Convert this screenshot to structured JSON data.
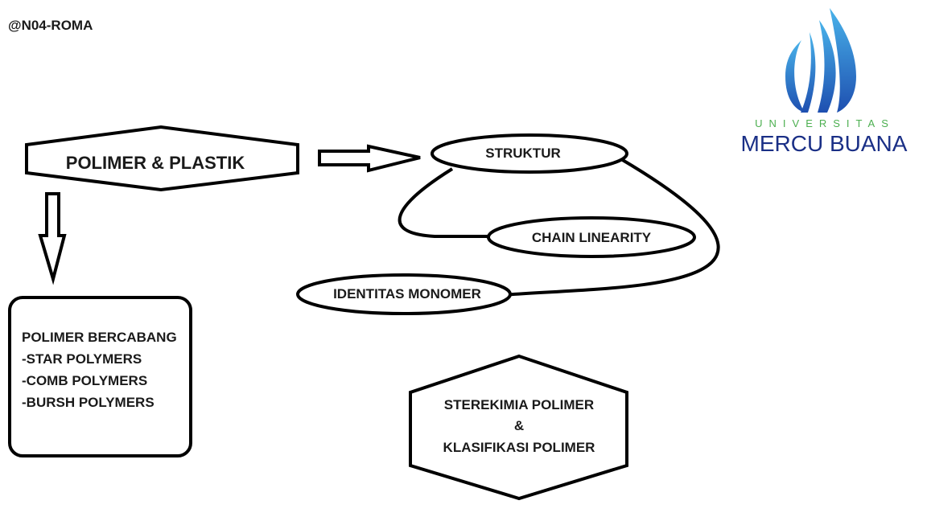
{
  "author_tag": "@N04-ROMA",
  "logo": {
    "icon": "flame-logo-icon",
    "university": "UNIVERSITAS",
    "name": "MERCU BUANA",
    "colors": {
      "blue": "#1e5ab4",
      "light_blue": "#3a9ee0",
      "green_text": "#4caf50",
      "navy": "#1a2f86"
    }
  },
  "nodes": {
    "main": "POLIMER & PLASTIK",
    "struktur": "STRUKTUR",
    "chain": "CHAIN LINEARITY",
    "identitas": "IDENTITAS MONOMER",
    "branched_title": "POLIMER BERCABANG",
    "branched_items": [
      "-STAR POLYMERS",
      "-COMB POLYMERS",
      "-BURSH POLYMERS"
    ],
    "stereo_line1": "STEREKIMIA POLIMER",
    "stereo_line2": "&",
    "stereo_line3": "KLASIFIKASI POLIMER"
  }
}
